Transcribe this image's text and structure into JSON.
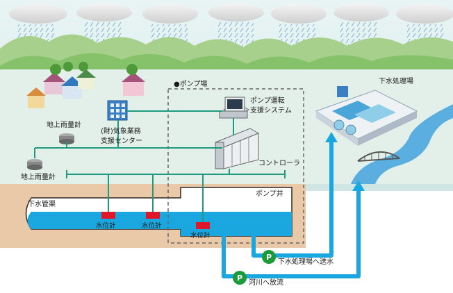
{
  "labels": {
    "rain_gauge_top": "地上雨量計",
    "rain_gauge_bottom": "地上雨量計",
    "weather_center_line1": "(財)気象業務",
    "weather_center_line2": "支援センター",
    "pump_station": "●ポンプ場",
    "pump_system_line1": "ポンプ運転",
    "pump_system_line2": "支援システム",
    "controller": "コントローラ",
    "treatment_plant": "下水処理場",
    "sewer_pipe": "下水管渠",
    "pump_well": "ポンプ井",
    "level_gauge_1": "水位計",
    "level_gauge_2": "水位計",
    "level_gauge_3": "水位計",
    "to_treatment": "下水処理場へ送水",
    "to_river": "河川へ放流",
    "pump_symbol": "P"
  },
  "colors": {
    "sky": "#cfe7ea",
    "mountain_far": "#a9cf8e",
    "mountain_near": "#7bbf5e",
    "ground": "#e9c9a8",
    "water": "#1aa7e0",
    "signal_line": "#1f9a7c",
    "gauge_red": "#e0162b",
    "pump_green": "#1a9b3a",
    "river": "#5aaee0"
  }
}
